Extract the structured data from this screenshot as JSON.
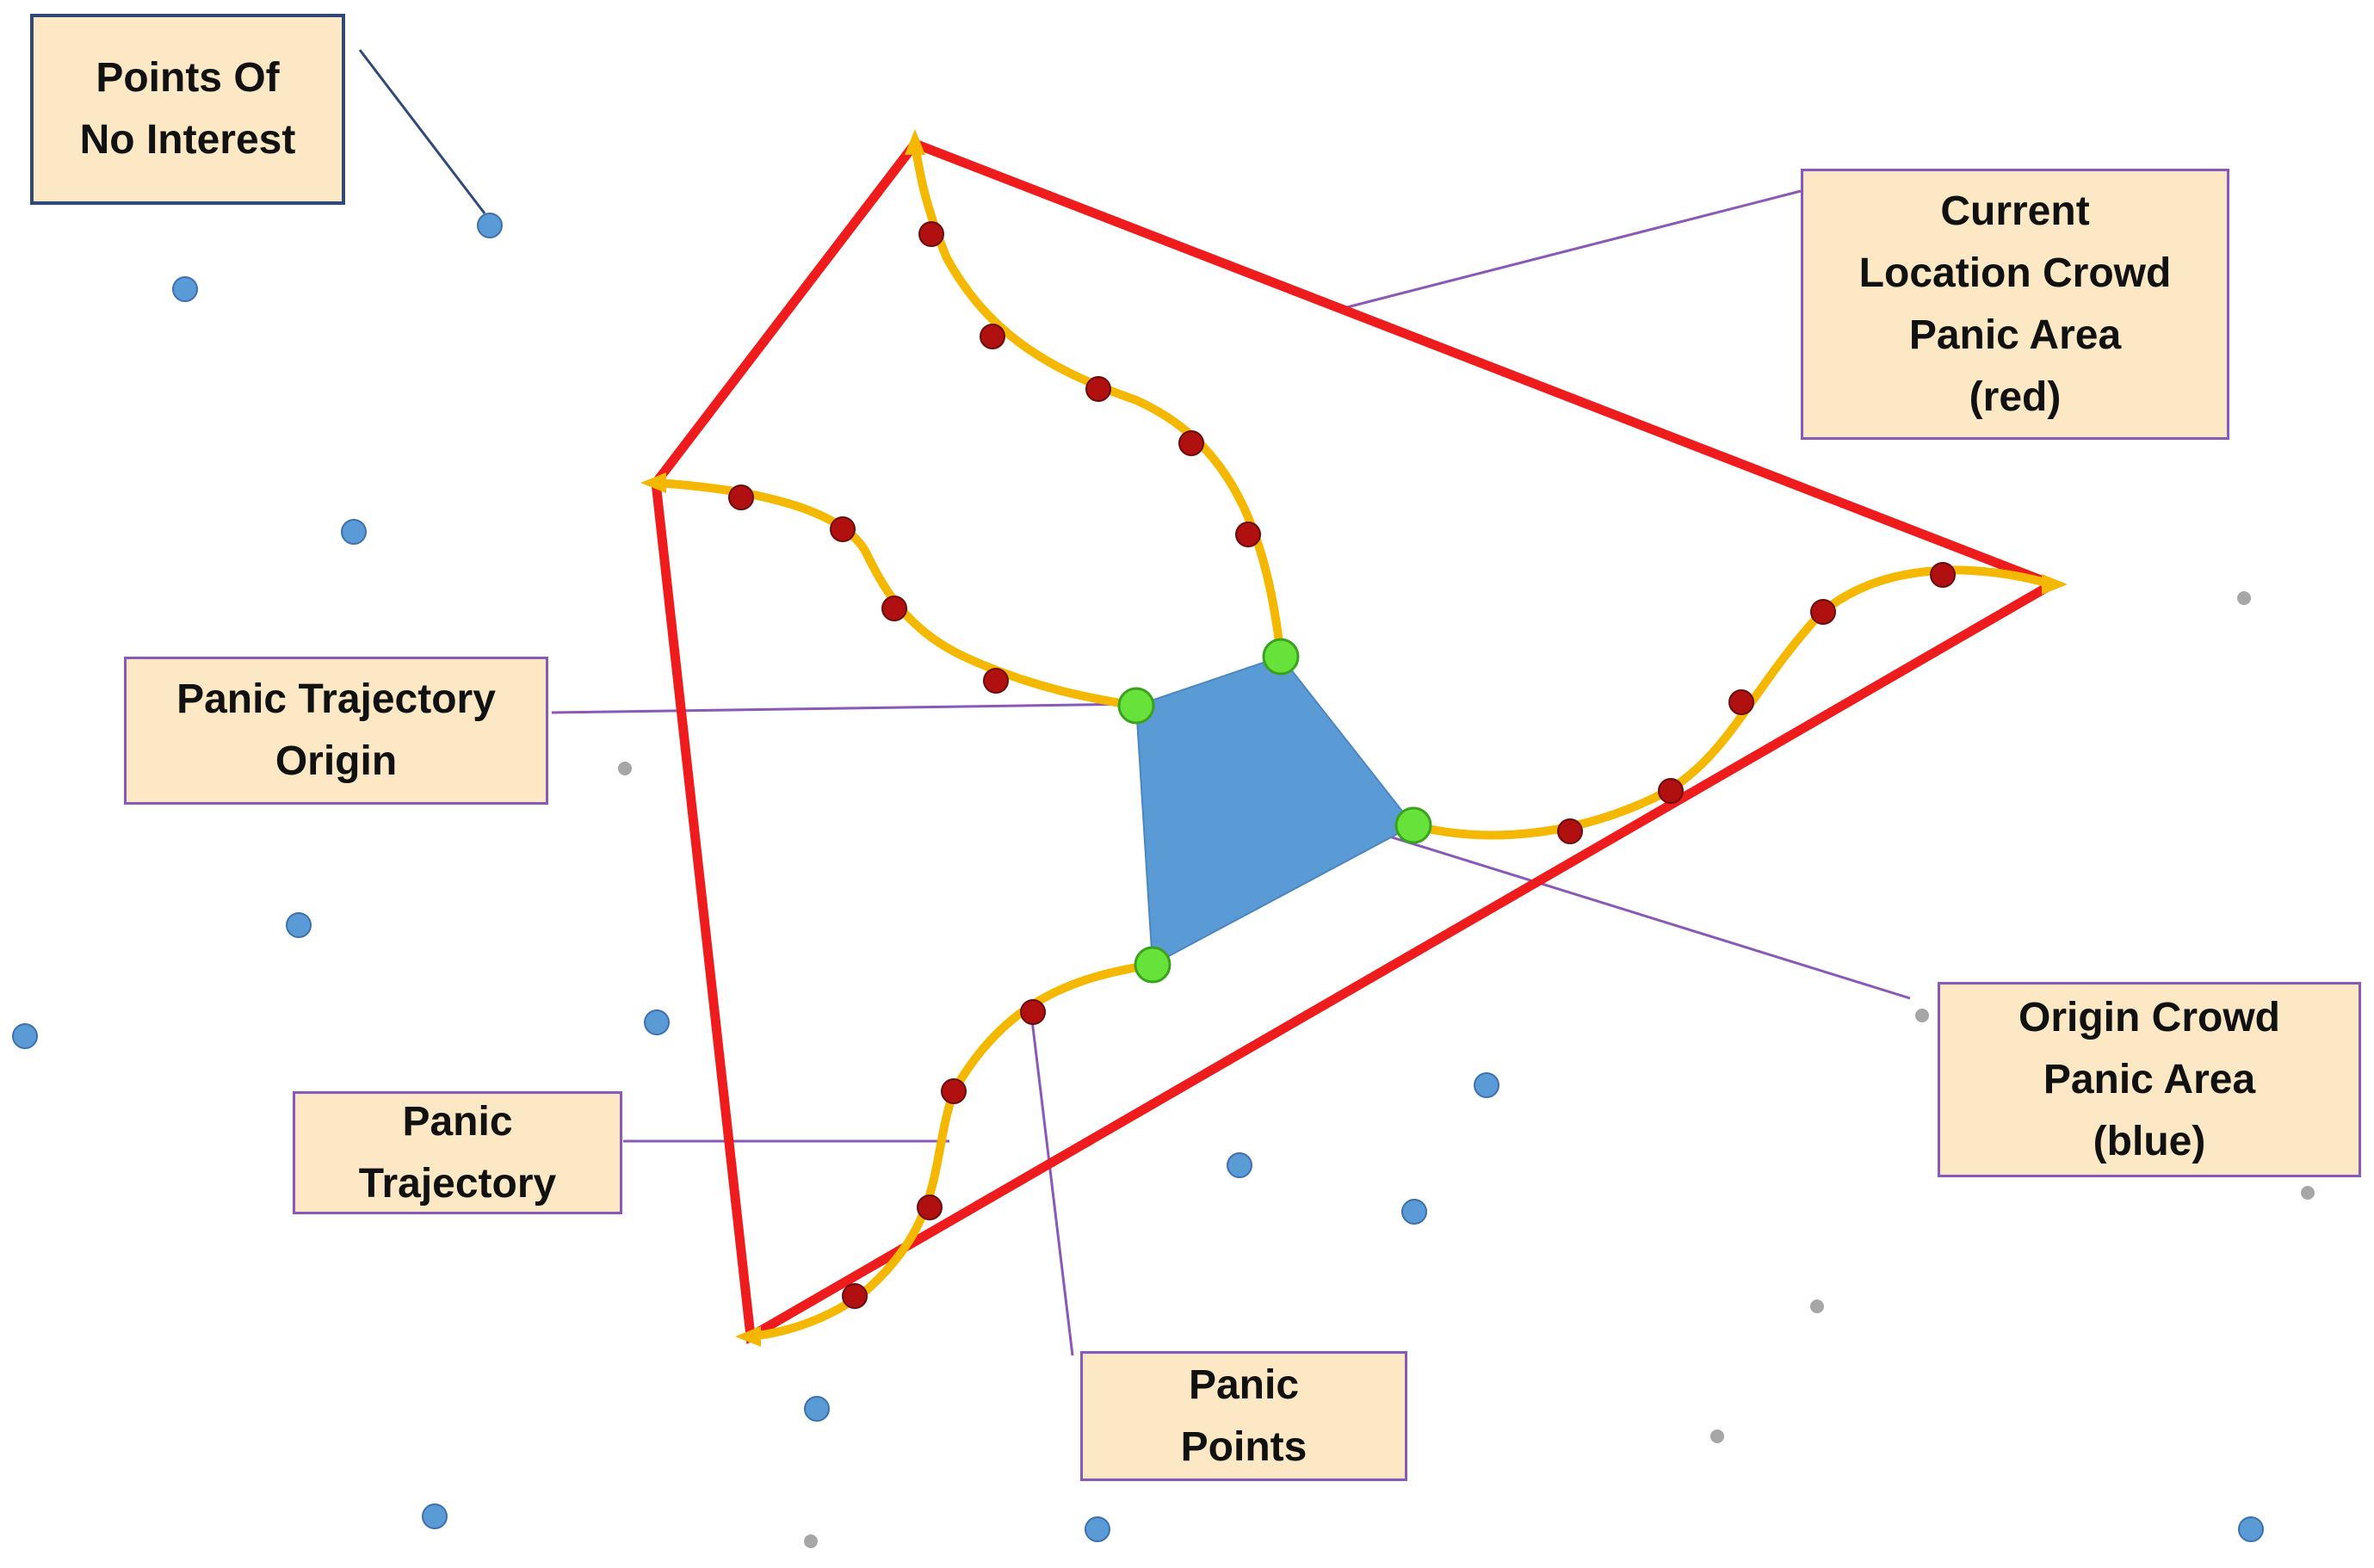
{
  "labels": {
    "points_no_interest": {
      "lines": [
        "Points Of",
        "No Interest"
      ]
    },
    "current_location_area": {
      "lines": [
        "Current",
        "Location Crowd",
        "Panic Area",
        "(red)"
      ]
    },
    "trajectory_origin": {
      "lines": [
        "Panic Trajectory",
        "Origin"
      ]
    },
    "origin_area": {
      "lines": [
        "Origin Crowd",
        "Panic Area",
        "(blue)"
      ]
    },
    "panic_trajectory": {
      "lines": [
        "Panic",
        "Trajectory"
      ]
    },
    "panic_points": {
      "lines": [
        "Panic",
        "Points"
      ]
    }
  },
  "colors": {
    "current_area_outline": "#ee1c1c",
    "origin_area_fill": "#5b9bd5",
    "trajectory": "#f5b800",
    "panic_point": "#b01010",
    "trajectory_origin": "#66e23a",
    "point_of_no_interest": "#5b9bd5",
    "minor_point": "#a6a6a6",
    "label_background": "#fce8c4",
    "leader_dark": "#2f4a7a",
    "leader_purple": "#8a58b8"
  }
}
